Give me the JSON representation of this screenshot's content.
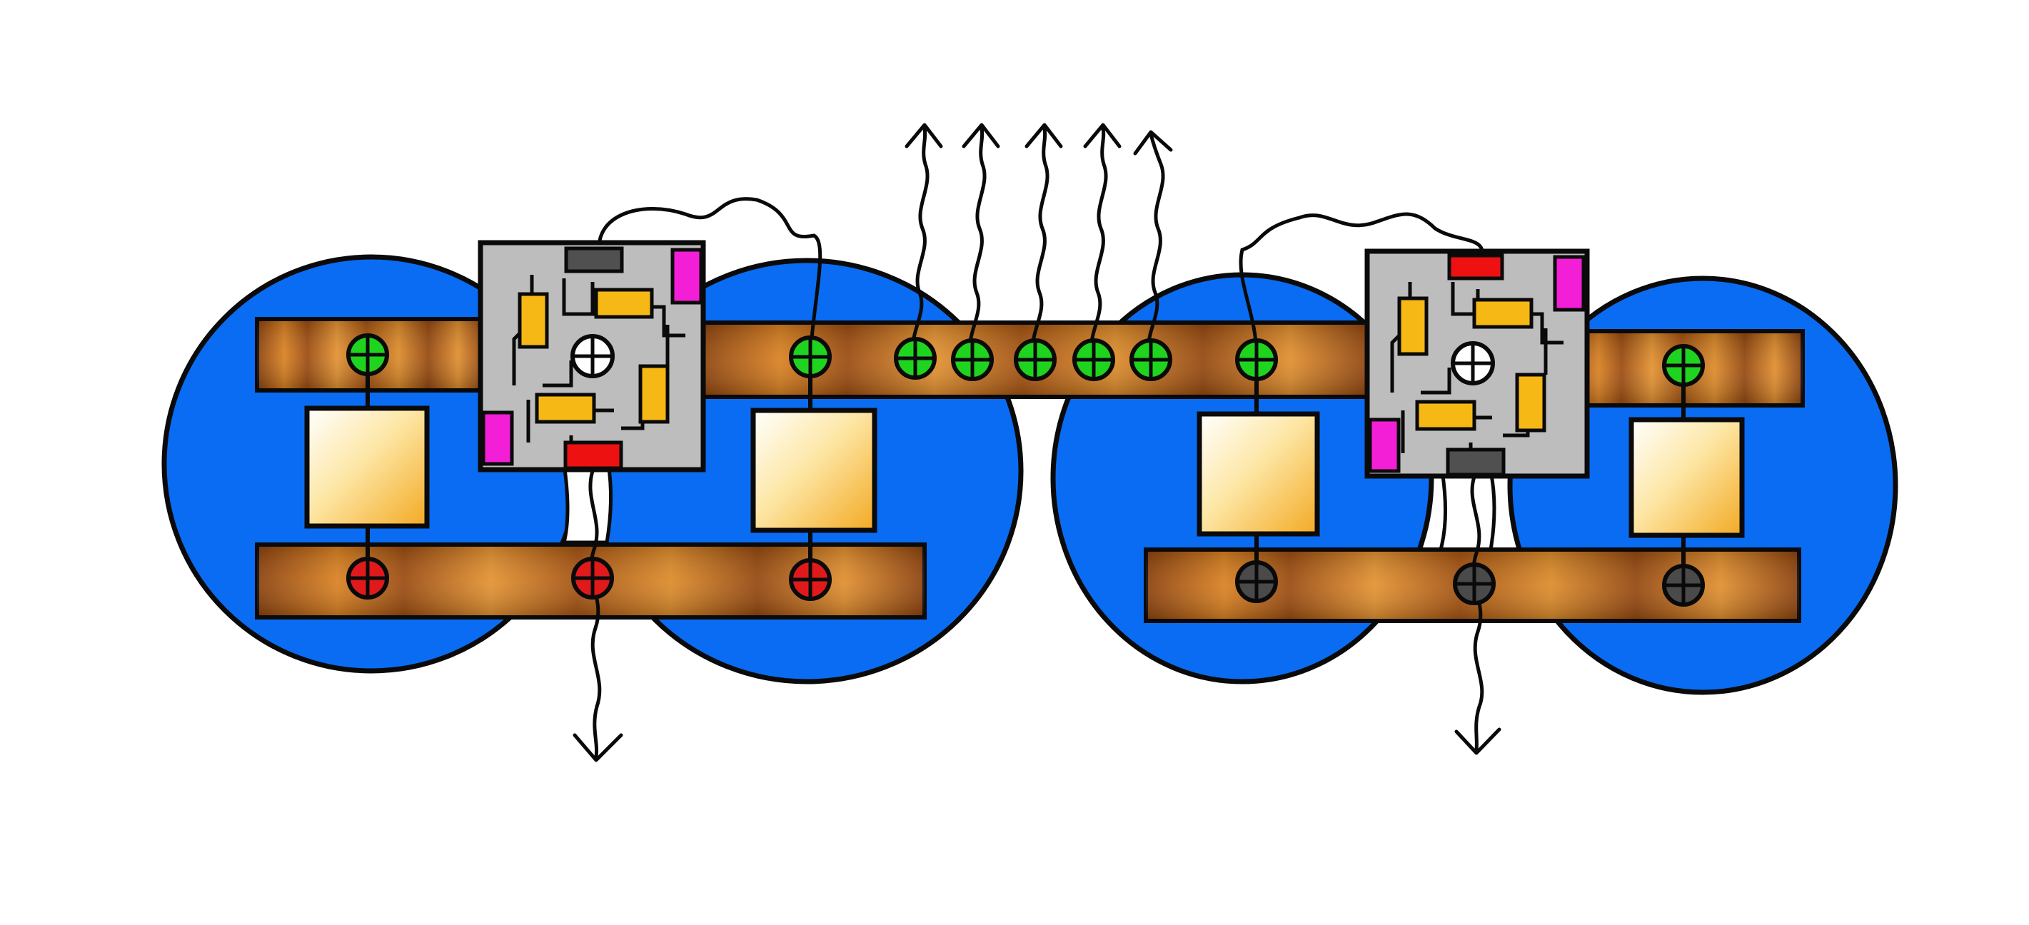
{
  "colors": {
    "background": "#ffffff",
    "blob": "#0a6cf2",
    "outline": "#0a0a0a",
    "copper_dark": "#8a3f0b",
    "copper_mid": "#c0610f",
    "copper_light": "#e08d2c",
    "chip_body": "#bdbdbd",
    "resistor": "#f6b814",
    "pad_magenta": "#f31fd6",
    "pad_red": "#ee1111",
    "pad_gray": "#505050",
    "node_green": "#1fd41f",
    "node_red": "#e01a1a",
    "node_gray": "#4a4a4a",
    "node_white": "#ffffff",
    "cell_light": "#fffbe6",
    "cell_dark": "#f5b030"
  },
  "icons": {
    "node": "circled-plus-icon",
    "emission": "wavy-arrow-icon",
    "chip": "circuit-chip-icon",
    "cell": "square-cell-icon"
  },
  "diagram": {
    "blob_count": 4,
    "chip_count": 2,
    "cell_count": 4,
    "upward_emissions": 5,
    "downward_emissions": 2
  }
}
